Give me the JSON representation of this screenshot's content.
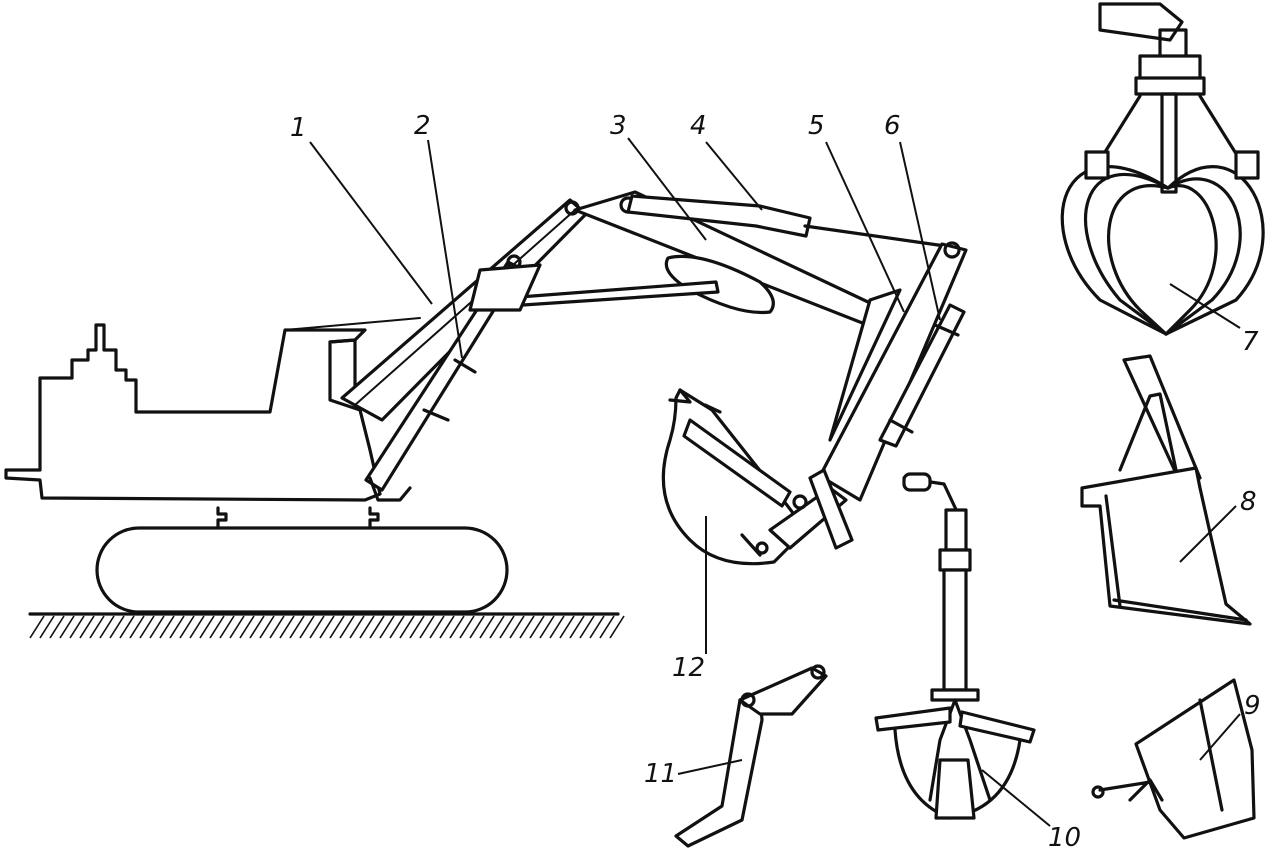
{
  "callouts": [
    {
      "id": "1",
      "part": "boom"
    },
    {
      "id": "2",
      "part": "boom-hydraulic-cylinder"
    },
    {
      "id": "3",
      "part": "stick-arm"
    },
    {
      "id": "4",
      "part": "stick-hydraulic-cylinder"
    },
    {
      "id": "5",
      "part": "dipper-arm"
    },
    {
      "id": "6",
      "part": "bucket-hydraulic-cylinder"
    },
    {
      "id": "7",
      "part": "orange-peel-grab"
    },
    {
      "id": "8",
      "part": "front-shovel-bucket"
    },
    {
      "id": "9",
      "part": "small-bucket"
    },
    {
      "id": "10",
      "part": "clamshell-grab"
    },
    {
      "id": "11",
      "part": "ripper-tooth"
    },
    {
      "id": "12",
      "part": "backhoe-bucket"
    }
  ],
  "colors": {
    "ink": "#111111",
    "paper": "#ffffff"
  }
}
